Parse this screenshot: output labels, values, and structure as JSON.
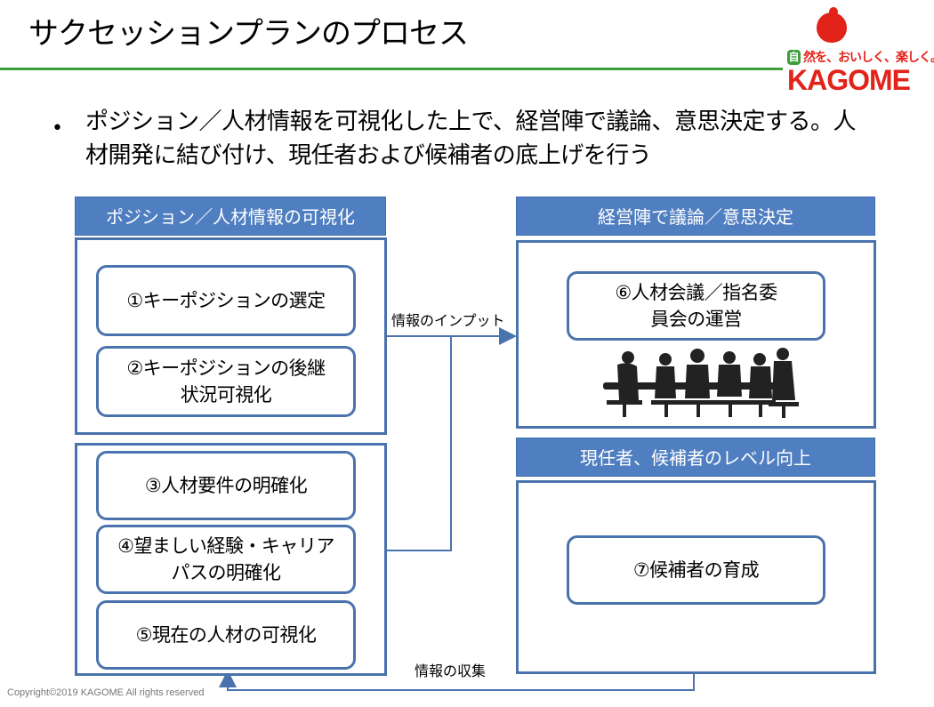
{
  "slide": {
    "title": "サクセッションプランのプロセス",
    "bullet": "ポジション／人材情報を可視化した上で、経営陣で議論、意思決定する。人材開発に結び付け、現任者および候補者の底上げを行う",
    "copyright": "Copyright©2019 KAGOME All rights reserved"
  },
  "logo": {
    "mark": "自",
    "slogan": "然を、おいしく、楽しく。",
    "wordmark": "KAGOME",
    "brand_color": "#e2231a",
    "leaf_color": "#3c9e3c"
  },
  "left": {
    "header": "ポジション／人材情報の可視化",
    "items": [
      {
        "line1": "①キーポジションの選定",
        "line2": ""
      },
      {
        "line1": "②キーポジションの後継",
        "line2": "状況可視化"
      },
      {
        "line1": "③人材要件の明確化",
        "line2": ""
      },
      {
        "line1": "④望ましい経験・キャリア",
        "line2": "パスの明確化"
      },
      {
        "line1": "⑤現在の人材の可視化",
        "line2": ""
      }
    ]
  },
  "right": {
    "header_top": "経営陣で議論／意思決定",
    "item6": {
      "line1": "⑥人材会議／指名委",
      "line2": "員会の運営"
    },
    "meeting_icon": "meeting-silhouette-icon",
    "header_bottom": "現任者、候補者のレベル向上",
    "item7": "⑦候補者の育成"
  },
  "connectors": {
    "input_label": "情報のインプット",
    "collect_label": "情報の収集"
  },
  "colors": {
    "accent_blue": "#4f7ec1",
    "border_blue": "#4a73ad",
    "title_rule_green": "#3c9e3c"
  }
}
